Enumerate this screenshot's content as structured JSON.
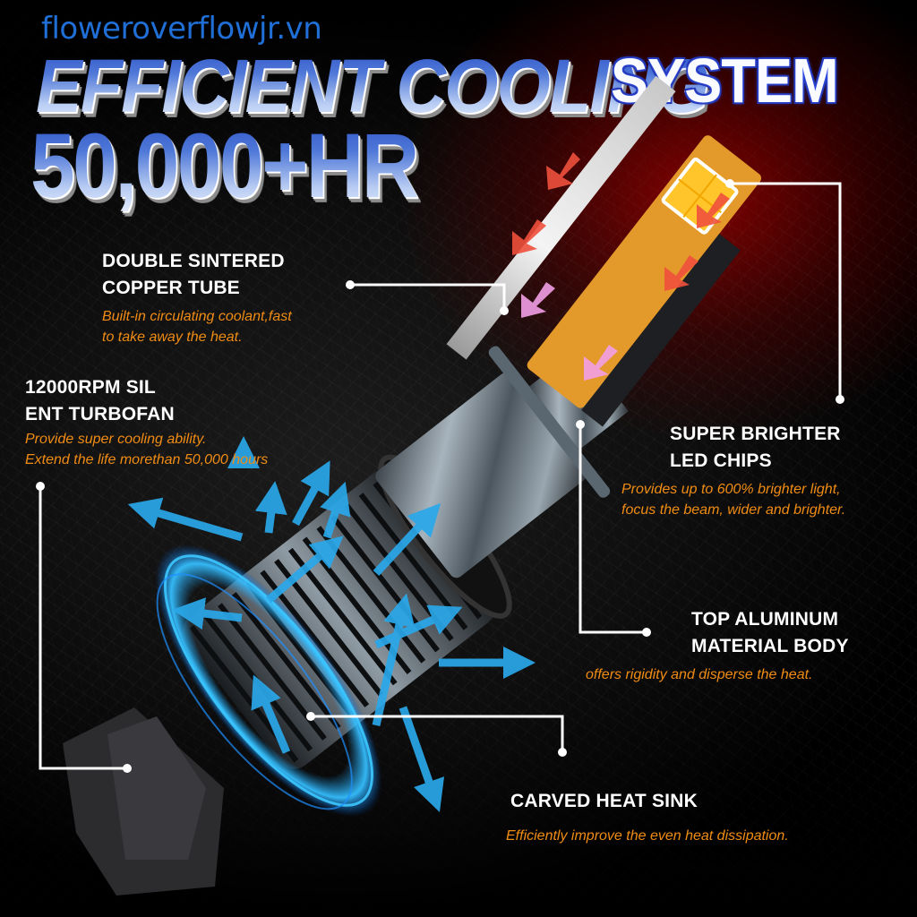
{
  "watermark": "floweroverflowjr.vn",
  "title": {
    "line1": "EFFICIENT COOLING",
    "line1_accent": "SYSTEM",
    "line2": "50,000+HR"
  },
  "features": [
    {
      "id": "copper-tube",
      "heading_line1": "DOUBLE SINTERED",
      "heading_line2": "COPPER TUBE",
      "desc_line1": "Built-in circulating coolant,fast",
      "desc_line2": "to take away the heat."
    },
    {
      "id": "turbofan",
      "heading_line1": "12000RPM SIL",
      "heading_line2": "ENT TURBOFAN",
      "desc_line1": "Provide super cooling ability.",
      "desc_line2": "Extend the life morethan 50,000 hours"
    },
    {
      "id": "led-chips",
      "heading_line1": "SUPER BRIGHTER",
      "heading_line2": "LED CHIPS",
      "desc_line1": "Provides up to 600% brighter light,",
      "desc_line2": "focus the beam, wider and brighter."
    },
    {
      "id": "aluminum-body",
      "heading_line1": "TOP ALUMINUM",
      "heading_line2": "MATERIAL BODY",
      "desc_line1": "offers rigidity and disperse the heat."
    },
    {
      "id": "heat-sink",
      "heading_line1": "CARVED HEAT SINK",
      "desc_line1": "Efficiently improve the even heat dissipation."
    }
  ],
  "colors": {
    "background": "#000000",
    "heading": "#ffffff",
    "description": "#f08c14",
    "title_blue": "#3f66d0",
    "watermark": "#1f6fd6",
    "airflow_arrow": "#2aa8ea",
    "heat_arrow": "#f0503c",
    "copper_board": "#e39a2a",
    "glow_ring": "#1ea8ff"
  }
}
